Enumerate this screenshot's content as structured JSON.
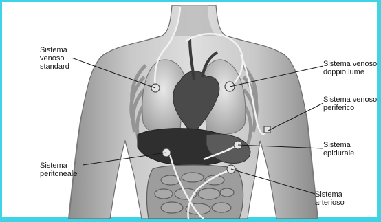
{
  "labels": {
    "venoso_standard": "Sistema\nvenoso\nstandard",
    "venoso_doppio_lume": "Sistema venoso\ndoppio lume",
    "venoso_periferico": "Sistema venoso\nperiferico",
    "epidurale": "Sistema\nepidurale",
    "peritoneale": "Sistema\nperitoneale",
    "arterioso": "Sistema\narterioso"
  },
  "colors": {
    "frame": "#3fd3e6",
    "line": "#1a1a1a"
  }
}
